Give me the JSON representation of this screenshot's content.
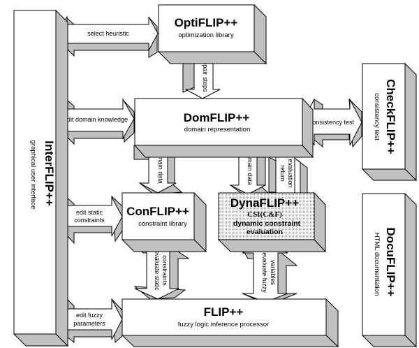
{
  "colors": {
    "box_face": "#ffffff",
    "shadow": "#c0c0c0",
    "outline": "#000000",
    "dyna_fill": "#e0e0e0"
  },
  "boxes": {
    "interflip": {
      "title": "InterFLIP++",
      "subtitle": "graphical user interface"
    },
    "optiflip": {
      "title": "OptiFLIP++",
      "subtitle": "optimization library"
    },
    "domflip": {
      "title": "DomFLIP++",
      "subtitle": "domain representation"
    },
    "checkflip": {
      "title": "CheckFLIP++",
      "subtitle": "consistency test"
    },
    "conflip": {
      "title": "ConFLIP++",
      "subtitle": "constraint library"
    },
    "dynaflip": {
      "title": "DynaFLIP++",
      "subtitle": "CSI(C&F)",
      "desc_line1": "dynamic constraint",
      "desc_line2": "evaluation"
    },
    "docuflip": {
      "title": "DocuFLIP++",
      "subtitle": "HTML documentation"
    },
    "flip": {
      "title": "FLIP++",
      "subtitle": "fuzzy logic inference processor"
    }
  },
  "arrows": {
    "select_heuristic": "select heuristic",
    "repair_steps": "repair steps",
    "edit_domain_knowledge": "edit domain knowledge",
    "consistency_test": "consistency test",
    "domain_data_left": "domain data",
    "domain_data_right": "domain data",
    "return_evaluation_1": "return",
    "return_evaluation_2": "evaluation",
    "edit_static_constraints_1": "edit static",
    "edit_static_constraints_2": "constraints",
    "evaluate_static_constraints_1": "evaluate static",
    "evaluate_static_constraints_2": "constraints",
    "evaluate_fuzzy_variables_1": "evaluate fuzzy",
    "evaluate_fuzzy_variables_2": "variables",
    "edit_fuzzy_parameters_1": "edit fuzzy",
    "edit_fuzzy_parameters_2": "parameters"
  }
}
